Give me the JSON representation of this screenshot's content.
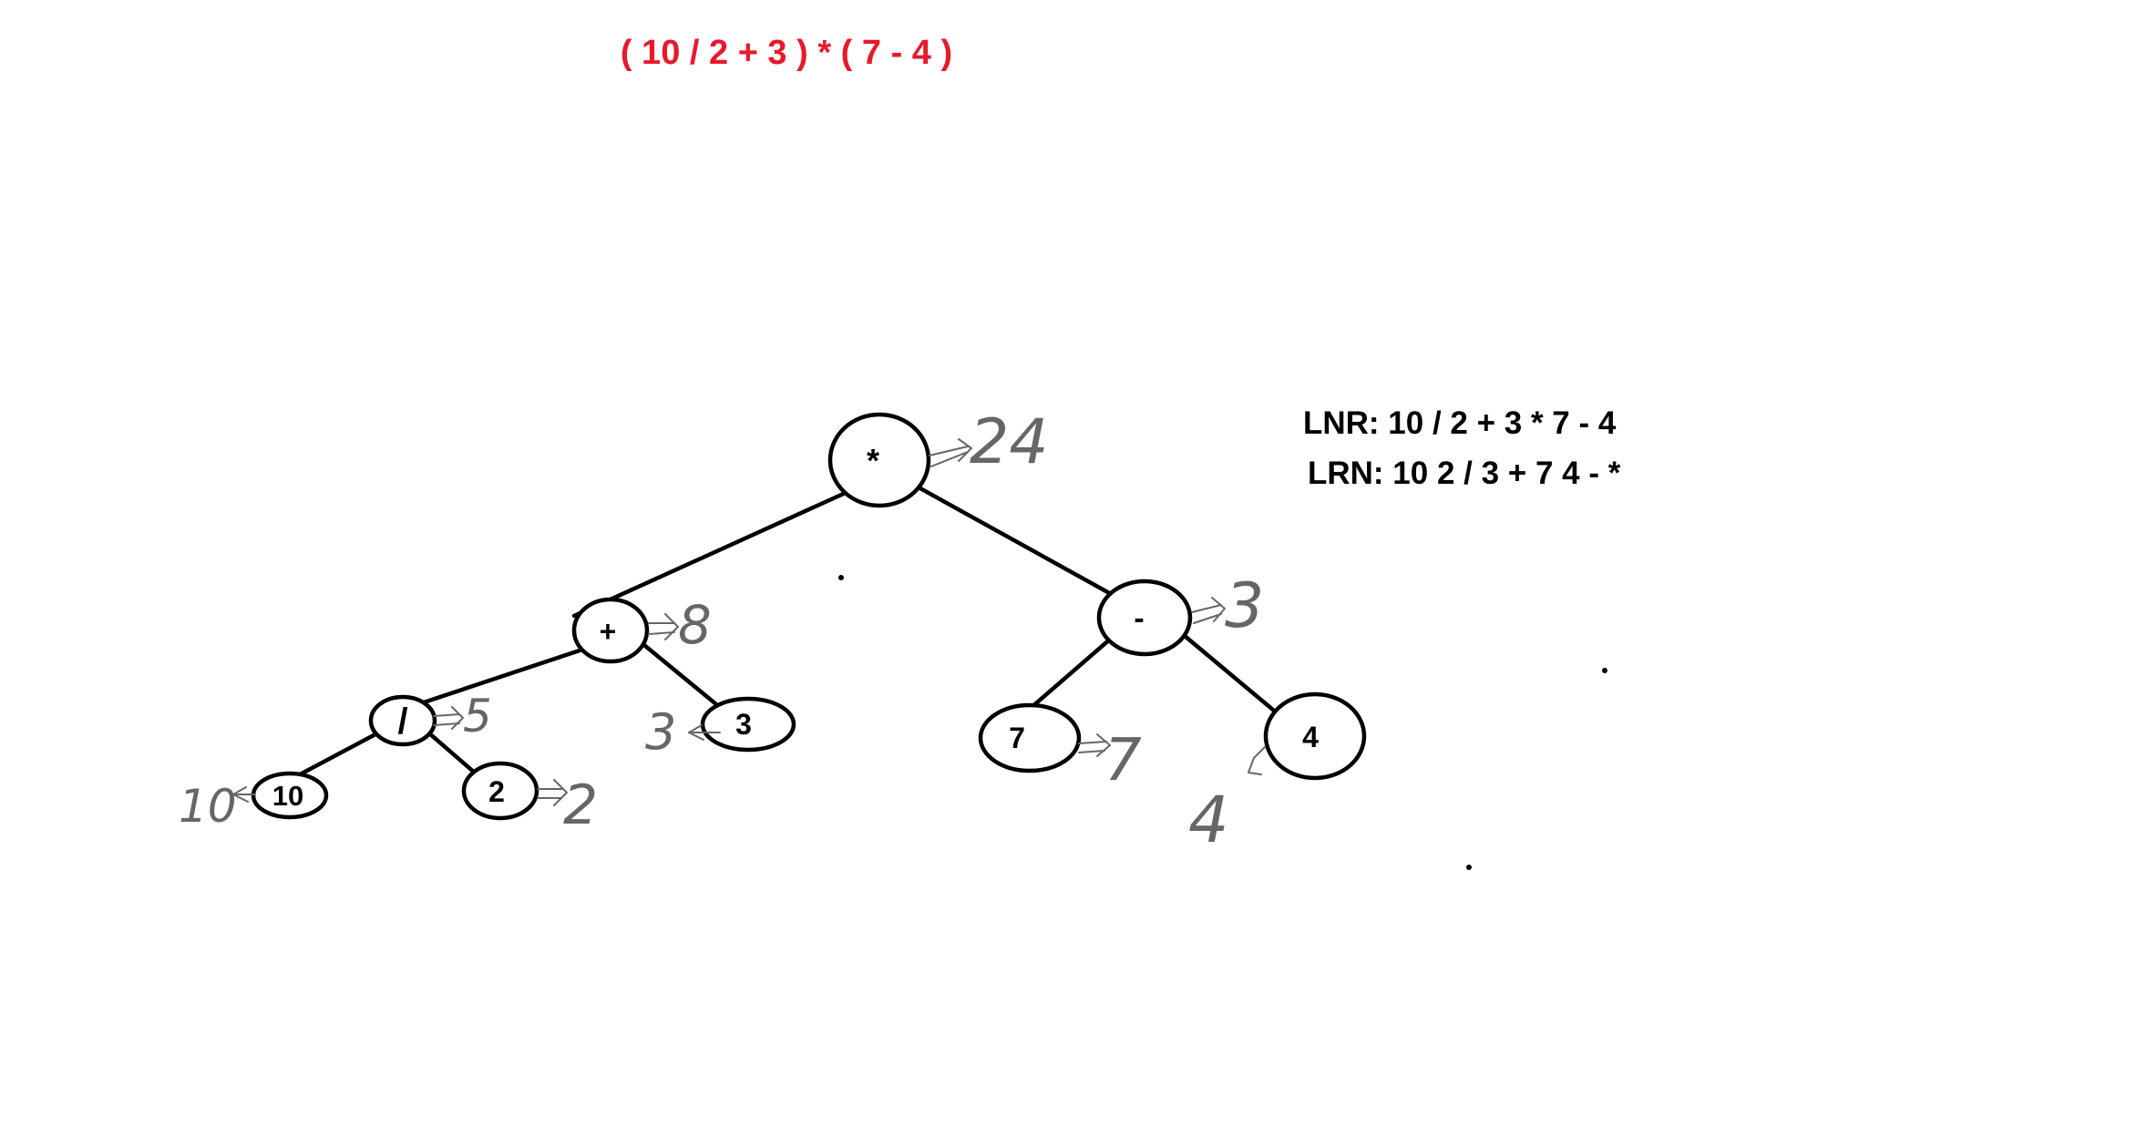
{
  "expression": {
    "text": "( 10 / 2 + 3 ) * ( 7 - 4 )",
    "color": "#e8192c"
  },
  "traversals": {
    "lnr": "LNR: 10 / 2 + 3 * 7 - 4",
    "lrn": "LRN: 10 2 / 3 + 7 4 - *"
  },
  "tree": {
    "nodes": {
      "root": {
        "label": "*",
        "value": "24"
      },
      "plus": {
        "label": "+",
        "value": "8"
      },
      "minus": {
        "label": "-",
        "value": "3"
      },
      "divide": {
        "label": "/",
        "value": "5"
      },
      "three": {
        "label": "3",
        "value": "3"
      },
      "seven": {
        "label": "7",
        "value": "7"
      },
      "four": {
        "label": "4",
        "value": "4"
      },
      "ten": {
        "label": "10",
        "value": "10"
      },
      "two": {
        "label": "2",
        "value": "2"
      }
    },
    "edges": [
      [
        "root",
        "plus"
      ],
      [
        "root",
        "minus"
      ],
      [
        "plus",
        "divide"
      ],
      [
        "plus",
        "three"
      ],
      [
        "minus",
        "seven"
      ],
      [
        "minus",
        "four"
      ],
      [
        "divide",
        "ten"
      ],
      [
        "divide",
        "two"
      ]
    ]
  },
  "colors": {
    "stroke": "#000000",
    "annotation": "#666666"
  }
}
